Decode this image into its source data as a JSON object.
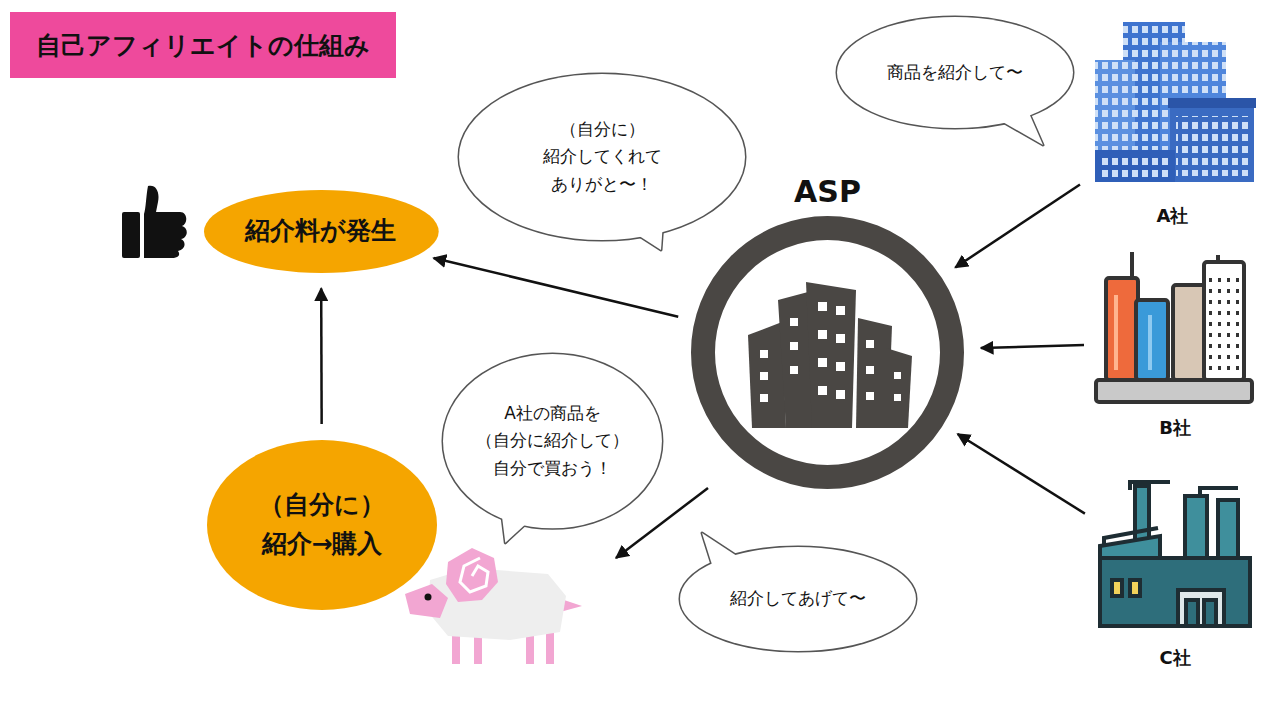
{
  "diagram": {
    "title": "自己アフィリエイトの仕組み",
    "nodes": [
      {
        "text": [
          "商品を紹介して〜"
        ]
      },
      {
        "text": [
          "（自分に） 紹介してくれて ありがと〜！"
        ]
      },
      {
        "text": [
          "紹介料が発生"
        ]
      },
      {
        "text": [
          "ASP"
        ]
      },
      {
        "text": [
          "A社"
        ]
      },
      {
        "text": [
          "B社"
        ]
      },
      {
        "text": [
          "C社"
        ]
      },
      {
        "text": [
          "A社の商品を （自分に紹介して） 自分で買おう！"
        ]
      },
      {
        "text": [
          "（自分に） 紹介→購入"
        ]
      },
      {
        "text": [
          "紹介してあげて〜"
        ]
      }
    ],
    "edges": [
      {
        "from": 4,
        "to": 3,
        "arrow": "to"
      },
      {
        "from": 5,
        "to": 3,
        "arrow": "to"
      },
      {
        "from": 6,
        "to": 3,
        "arrow": "to"
      },
      {
        "from": 3,
        "to": 2,
        "arrow": "to"
      },
      {
        "from": 8,
        "to": 2,
        "arrow": "to"
      }
    ]
  }
}
